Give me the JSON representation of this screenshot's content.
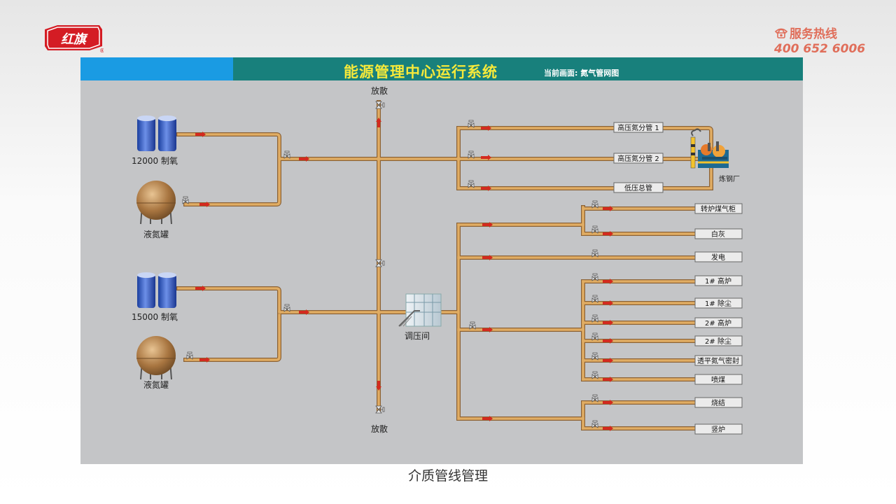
{
  "header": {
    "brand": "红旗",
    "hotline_label": "服务热线",
    "hotline_number": "400 652 6006"
  },
  "panel": {
    "title": "能源管理中心运行系统",
    "current_label": "当前画面:",
    "current_page": "氮气管网图"
  },
  "sources": {
    "source1": "12000 制氧",
    "tank1": "液氮罐",
    "source2": "15000 制氧",
    "tank2": "液氮罐"
  },
  "vents": {
    "top": "放散",
    "bottom": "放散"
  },
  "regulator_label": "调压间",
  "steel_plant_label": "炼钢厂",
  "steel_branches": [
    "高压氮分管 1",
    "高压氮分管 2",
    "低压总管"
  ],
  "consumers": [
    "转炉煤气柜",
    "白灰",
    "发电",
    "1# 高炉",
    "1# 除尘",
    "2# 高炉",
    "2# 除尘",
    "透平氮气密封",
    "喷煤",
    "烧结",
    "竖炉"
  ],
  "caption": "介质管线管理",
  "colors": {
    "pipe": "#e1ad63",
    "pipe_edge": "#8b6236",
    "header_blue": "#1a9be3",
    "header_teal": "#18807c",
    "title_yellow": "#f6e93a",
    "flow_arrow": "#d42a1f",
    "brand_red": "#d41c24"
  }
}
